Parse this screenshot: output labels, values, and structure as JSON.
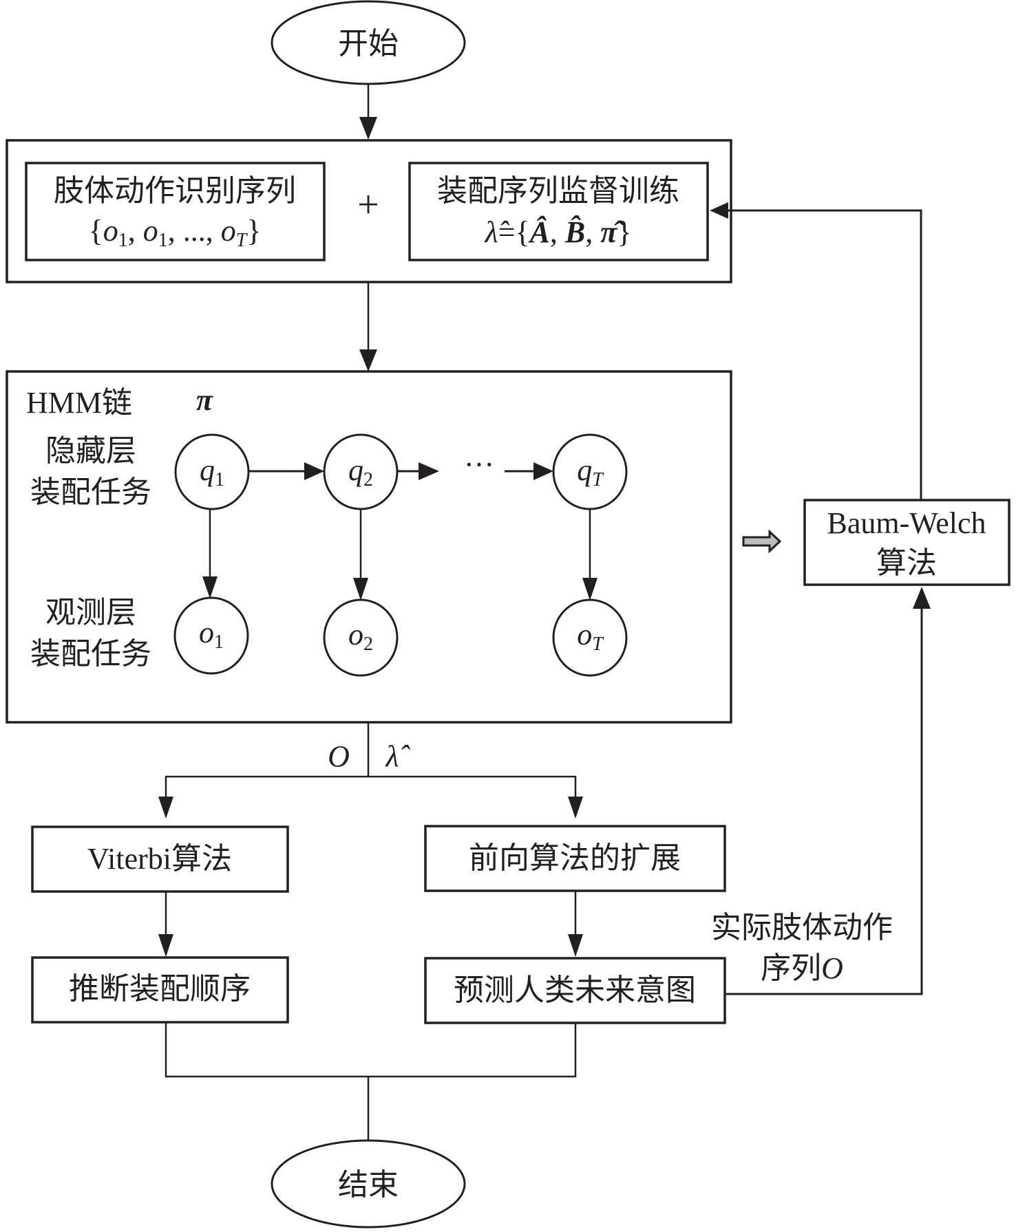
{
  "start": {
    "label": "开始"
  },
  "end": {
    "label": "结束"
  },
  "input_group": {
    "left_box": {
      "title": "肢体动作识别序列",
      "formula": {
        "open": "{",
        "o": "o",
        "s1": "1",
        "sep1": ", ",
        "o2": "o",
        "s2": "1",
        "sep2": ", ..., ",
        "o3": "o",
        "s3": "T",
        "close": "}"
      }
    },
    "plus": "+",
    "right_box": {
      "title": "装配序列监督训练",
      "formula": {
        "lambda": "λ̂",
        "eq": "={",
        "A": "Â",
        "c1": ", ",
        "B": "B̂",
        "c2": ", ",
        "pi": "π̂",
        "close": "}"
      }
    }
  },
  "hmm": {
    "title": "HMM链",
    "pi": "π",
    "hidden_label": [
      "隐藏层",
      "装配任务"
    ],
    "observed_label": [
      "观测层",
      "装配任务"
    ],
    "ellipsis": "···",
    "hidden_nodes": [
      {
        "var": "q",
        "sub": "1"
      },
      {
        "var": "q",
        "sub": "2"
      },
      {
        "var": "q",
        "sub": "T"
      }
    ],
    "observed_nodes": [
      {
        "var": "o",
        "sub": "1"
      },
      {
        "var": "o",
        "sub": "2"
      },
      {
        "var": "o",
        "sub": "T"
      }
    ]
  },
  "implies_arrow": "⇨",
  "baum_welch": {
    "line1": "Baum-Welch",
    "line2": "算法"
  },
  "split_labels": {
    "left": "O",
    "right": "λ̂"
  },
  "left_branch": {
    "algo": "Viterbi算法",
    "result": "推断装配顺序"
  },
  "right_branch": {
    "algo": "前向算法的扩展",
    "result": "预测人类未来意图"
  },
  "feedback_label": {
    "line1": "实际肢体动作",
    "line2_text": "序列",
    "line2_var": "O"
  }
}
